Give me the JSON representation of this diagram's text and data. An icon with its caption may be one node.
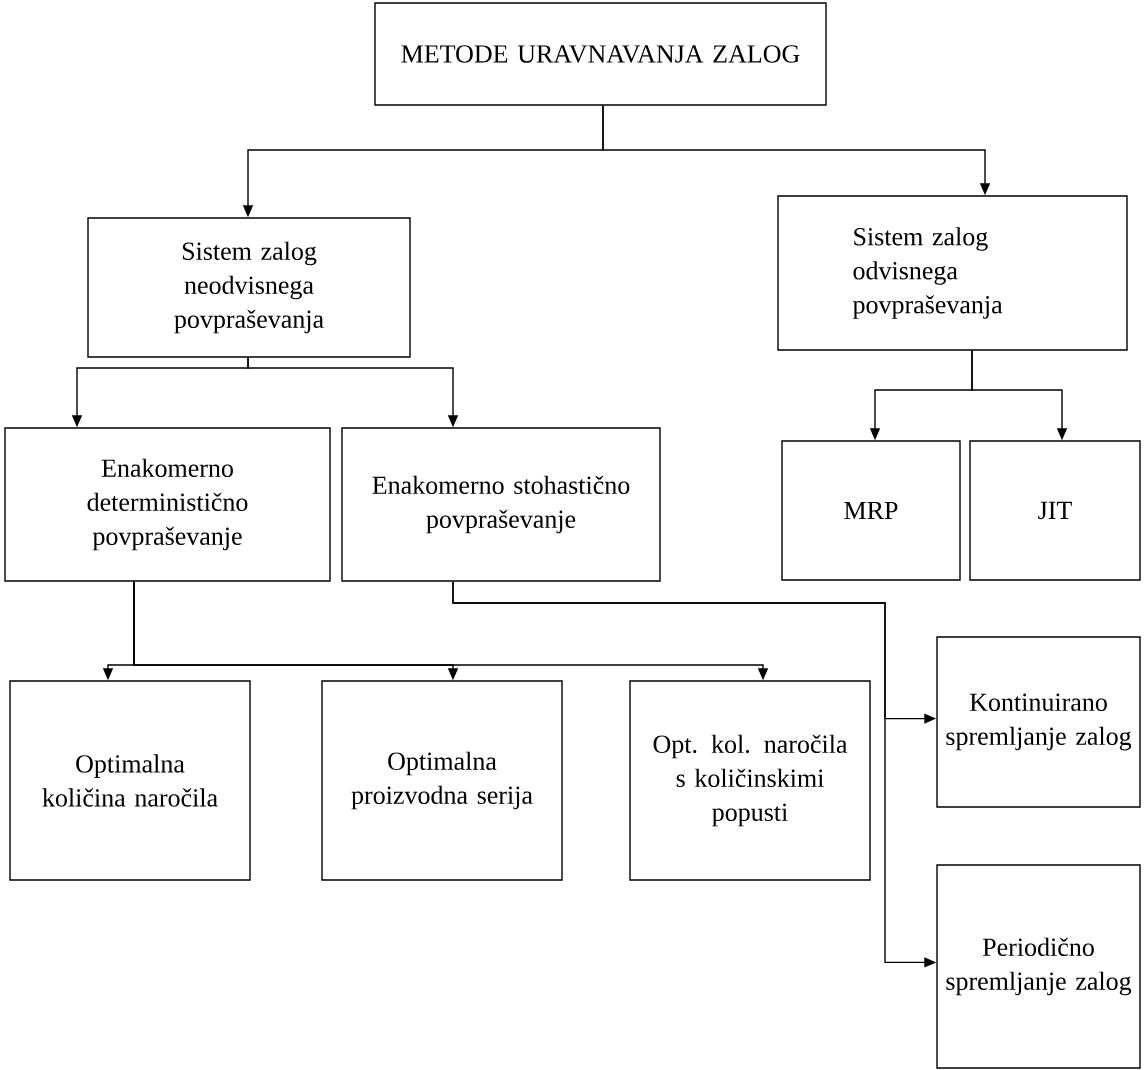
{
  "diagram": {
    "nodes": [
      {
        "text": [
          "METODE URAVNAVANJA ZALOG"
        ]
      },
      {
        "text": [
          "Sistem zalog neodvisnega povpraševanja"
        ]
      },
      {
        "text": [
          "Sistem zalog odvisnega povpraševanja"
        ]
      },
      {
        "text": [
          "Enakomerno deterministično povpraševanje"
        ]
      },
      {
        "text": [
          "Enakomerno stohastično povpraševanje"
        ]
      },
      {
        "text": [
          "MRP"
        ]
      },
      {
        "text": [
          "JIT"
        ]
      },
      {
        "text": [
          "Kontinuirano spremljanje zalog"
        ]
      },
      {
        "text": [
          "Optimalna količina naročila"
        ]
      },
      {
        "text": [
          "Optimalna proizvodna serija"
        ]
      },
      {
        "text": [
          "Opt. kol. naročila s količinskimi popusti"
        ]
      },
      {
        "text": [
          "Periodično spremljanje zalog"
        ]
      }
    ],
    "edges": [
      {
        "from": 0,
        "to": 1,
        "arrow": "to"
      },
      {
        "from": 0,
        "to": 2,
        "arrow": "to"
      },
      {
        "from": 1,
        "to": 3,
        "arrow": "to"
      },
      {
        "from": 1,
        "to": 4,
        "arrow": "to"
      },
      {
        "from": 2,
        "to": 5,
        "arrow": "to"
      },
      {
        "from": 2,
        "to": 6,
        "arrow": "to"
      },
      {
        "from": 3,
        "to": 8,
        "arrow": "to"
      },
      {
        "from": 3,
        "to": 9,
        "arrow": "to"
      },
      {
        "from": 3,
        "to": 10,
        "arrow": "to"
      },
      {
        "from": 4,
        "to": 7,
        "arrow": "to"
      },
      {
        "from": 4,
        "to": 11,
        "arrow": "to"
      }
    ]
  }
}
